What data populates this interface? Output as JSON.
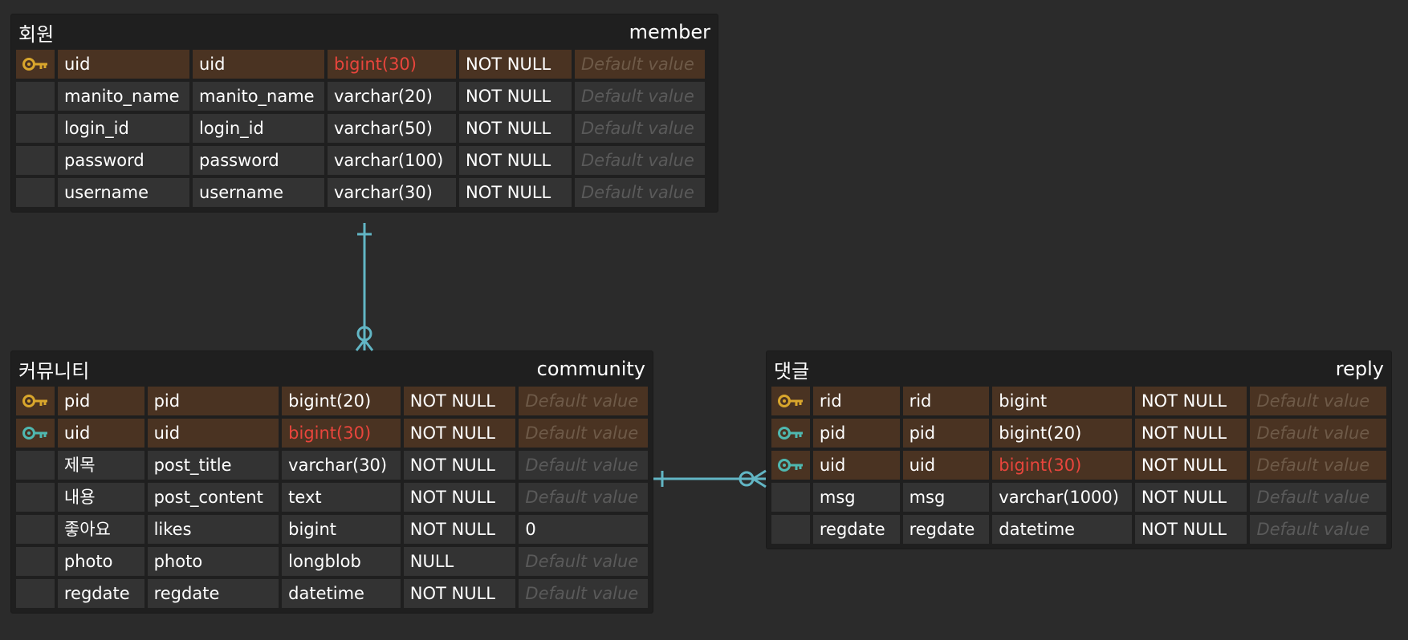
{
  "colors": {
    "background": "#2b2b2b",
    "table_bg": "#1f1f1f",
    "cell_bg": "#333333",
    "pk_row_bg": "#4a3322",
    "pk_key": "#d9a62c",
    "fk_key": "#4fb8b0",
    "fk_type": "#e8453c",
    "relation": "#62b6c5"
  },
  "tables": {
    "member": {
      "logical": "회원",
      "physical": "member",
      "rows": [
        {
          "key": "pk-icon",
          "logical": "uid",
          "physical": "uid",
          "type": "bigint(30)",
          "nullable": "NOT NULL",
          "default": "Default value"
        },
        {
          "key": "",
          "logical": "manito_name",
          "physical": "manito_name",
          "type": "varchar(20)",
          "nullable": "NOT NULL",
          "default": "Default value"
        },
        {
          "key": "",
          "logical": "login_id",
          "physical": "login_id",
          "type": "varchar(50)",
          "nullable": "NOT NULL",
          "default": "Default value"
        },
        {
          "key": "",
          "logical": "password",
          "physical": "password",
          "type": "varchar(100)",
          "nullable": "NOT NULL",
          "default": "Default value"
        },
        {
          "key": "",
          "logical": "username",
          "physical": "username",
          "type": "varchar(30)",
          "nullable": "NOT NULL",
          "default": "Default value"
        }
      ]
    },
    "community": {
      "logical": "커뮤니티",
      "physical": "community",
      "rows": [
        {
          "key": "pk-icon",
          "logical": "pid",
          "physical": "pid",
          "type": "bigint(20)",
          "nullable": "NOT NULL",
          "default": "Default value"
        },
        {
          "key": "fk-icon",
          "logical": "uid",
          "physical": "uid",
          "type": "bigint(30)",
          "nullable": "NOT NULL",
          "default": "Default value"
        },
        {
          "key": "",
          "logical": "제목",
          "physical": "post_title",
          "type": "varchar(30)",
          "nullable": "NOT NULL",
          "default": "Default value"
        },
        {
          "key": "",
          "logical": "내용",
          "physical": "post_content",
          "type": "text",
          "nullable": "NOT NULL",
          "default": "Default value"
        },
        {
          "key": "",
          "logical": "좋아요",
          "physical": "likes",
          "type": "bigint",
          "nullable": "NOT NULL",
          "default": "0"
        },
        {
          "key": "",
          "logical": "photo",
          "physical": "photo",
          "type": "longblob",
          "nullable": "NULL",
          "default": "Default value"
        },
        {
          "key": "",
          "logical": "regdate",
          "physical": "regdate",
          "type": "datetime",
          "nullable": "NOT NULL",
          "default": "Default value"
        }
      ]
    },
    "reply": {
      "logical": "댓글",
      "physical": "reply",
      "rows": [
        {
          "key": "pk-icon",
          "logical": "rid",
          "physical": "rid",
          "type": "bigint",
          "nullable": "NOT NULL",
          "default": "Default value"
        },
        {
          "key": "fk-icon",
          "logical": "pid",
          "physical": "pid",
          "type": "bigint(20)",
          "nullable": "NOT NULL",
          "default": "Default value"
        },
        {
          "key": "fk-icon",
          "logical": "uid",
          "physical": "uid",
          "type": "bigint(30)",
          "nullable": "NOT NULL",
          "default": "Default value"
        },
        {
          "key": "",
          "logical": "msg",
          "physical": "msg",
          "type": "varchar(1000)",
          "nullable": "NOT NULL",
          "default": "Default value"
        },
        {
          "key": "",
          "logical": "regdate",
          "physical": "regdate",
          "type": "datetime",
          "nullable": "NOT NULL",
          "default": "Default value"
        }
      ]
    }
  },
  "relations": [
    {
      "from": "member",
      "to": "community",
      "from_end": "one",
      "to_end": "zero-or-many"
    },
    {
      "from": "community",
      "to": "reply",
      "from_end": "one",
      "to_end": "zero-or-many"
    }
  ]
}
